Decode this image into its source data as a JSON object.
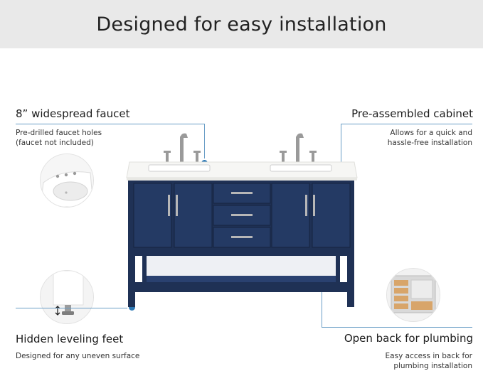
{
  "header": {
    "title": "Designed for easy installation"
  },
  "features": {
    "faucet": {
      "title": "8” widespread faucet",
      "desc_line1": "Pre-drilled faucet holes",
      "desc_line2": "(faucet not included)",
      "icon": "faucet-holes-icon"
    },
    "cabinet": {
      "title": "Pre-assembled cabinet",
      "desc_line1": "Allows for  a quick and",
      "desc_line2": "hassle-free installation",
      "icon": "cabinet-icon"
    },
    "feet": {
      "title": "Hidden leveling feet",
      "desc_line1": "Designed for any uneven surface",
      "icon": "leveling-foot-icon"
    },
    "back": {
      "title": "Open back for plumbing",
      "desc_line1": "Easy access in back for",
      "desc_line2": "plumbing installation",
      "icon": "open-back-icon"
    }
  },
  "colors": {
    "accent": "#2c78b5",
    "leader_line": "#6a9ec6",
    "cabinet_navy": "#1f3155",
    "countertop": "#f4f4f2",
    "banner": "#e9e9e9"
  }
}
